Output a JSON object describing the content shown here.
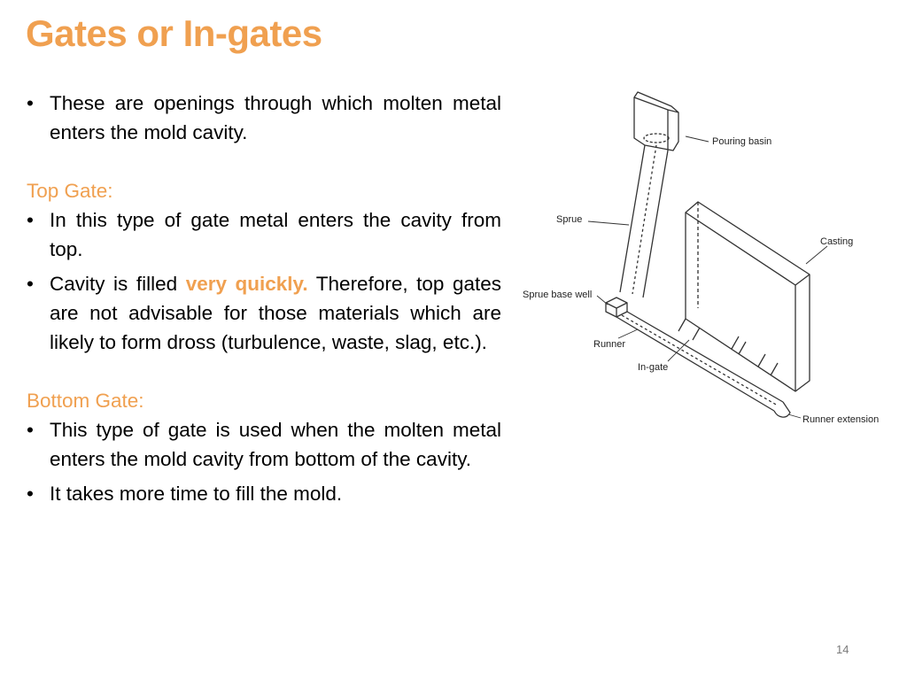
{
  "slide": {
    "title": "Gates or In-gates",
    "intro": "These are openings through which molten metal enters the mold cavity.",
    "top_gate": {
      "heading": "Top Gate:",
      "bullet1": "In this type of gate metal enters the cavity from top.",
      "bullet2_before": "Cavity is filled ",
      "bullet2_highlight": "very quickly.",
      "bullet2_after": " Therefore, top gates are not advisable for those materials which are likely to form dross (turbulence, waste, slag, etc.)."
    },
    "bottom_gate": {
      "heading": "Bottom Gate:",
      "bullet1": "This type of gate is used when the molten metal enters the mold cavity from bottom of the cavity.",
      "bullet2": "It takes more time to fill the mold."
    },
    "page_number": "14",
    "accent_color": "#f0a050"
  },
  "diagram": {
    "labels": {
      "pouring_basin": "Pouring basin",
      "sprue": "Sprue",
      "casting": "Casting",
      "sprue_base_well": "Sprue base well",
      "runner": "Runner",
      "in_gate": "In-gate",
      "runner_extension": "Runner extension"
    }
  }
}
